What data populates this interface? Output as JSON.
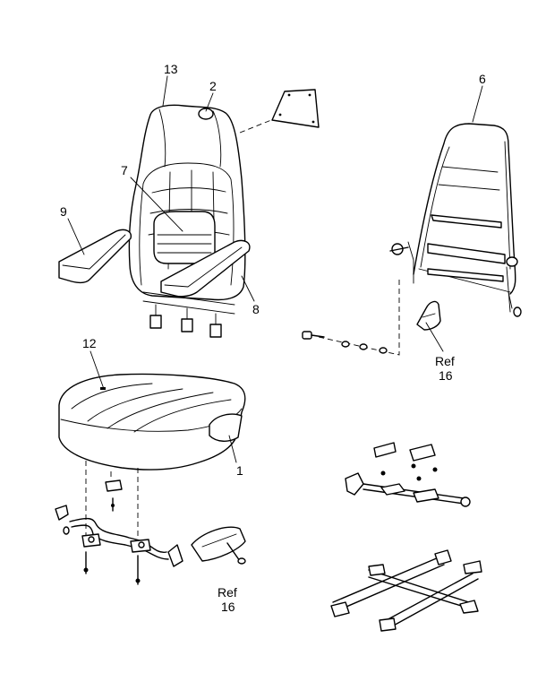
{
  "callouts": {
    "c13": "13",
    "c2": "2",
    "c6": "6",
    "c7": "7",
    "c9": "9",
    "c8": "8",
    "c12": "12",
    "c1": "1"
  },
  "references": {
    "ref_upper": {
      "line1": "Ref",
      "line2": "16"
    },
    "ref_lower": {
      "line1": "Ref",
      "line2": "16"
    }
  }
}
